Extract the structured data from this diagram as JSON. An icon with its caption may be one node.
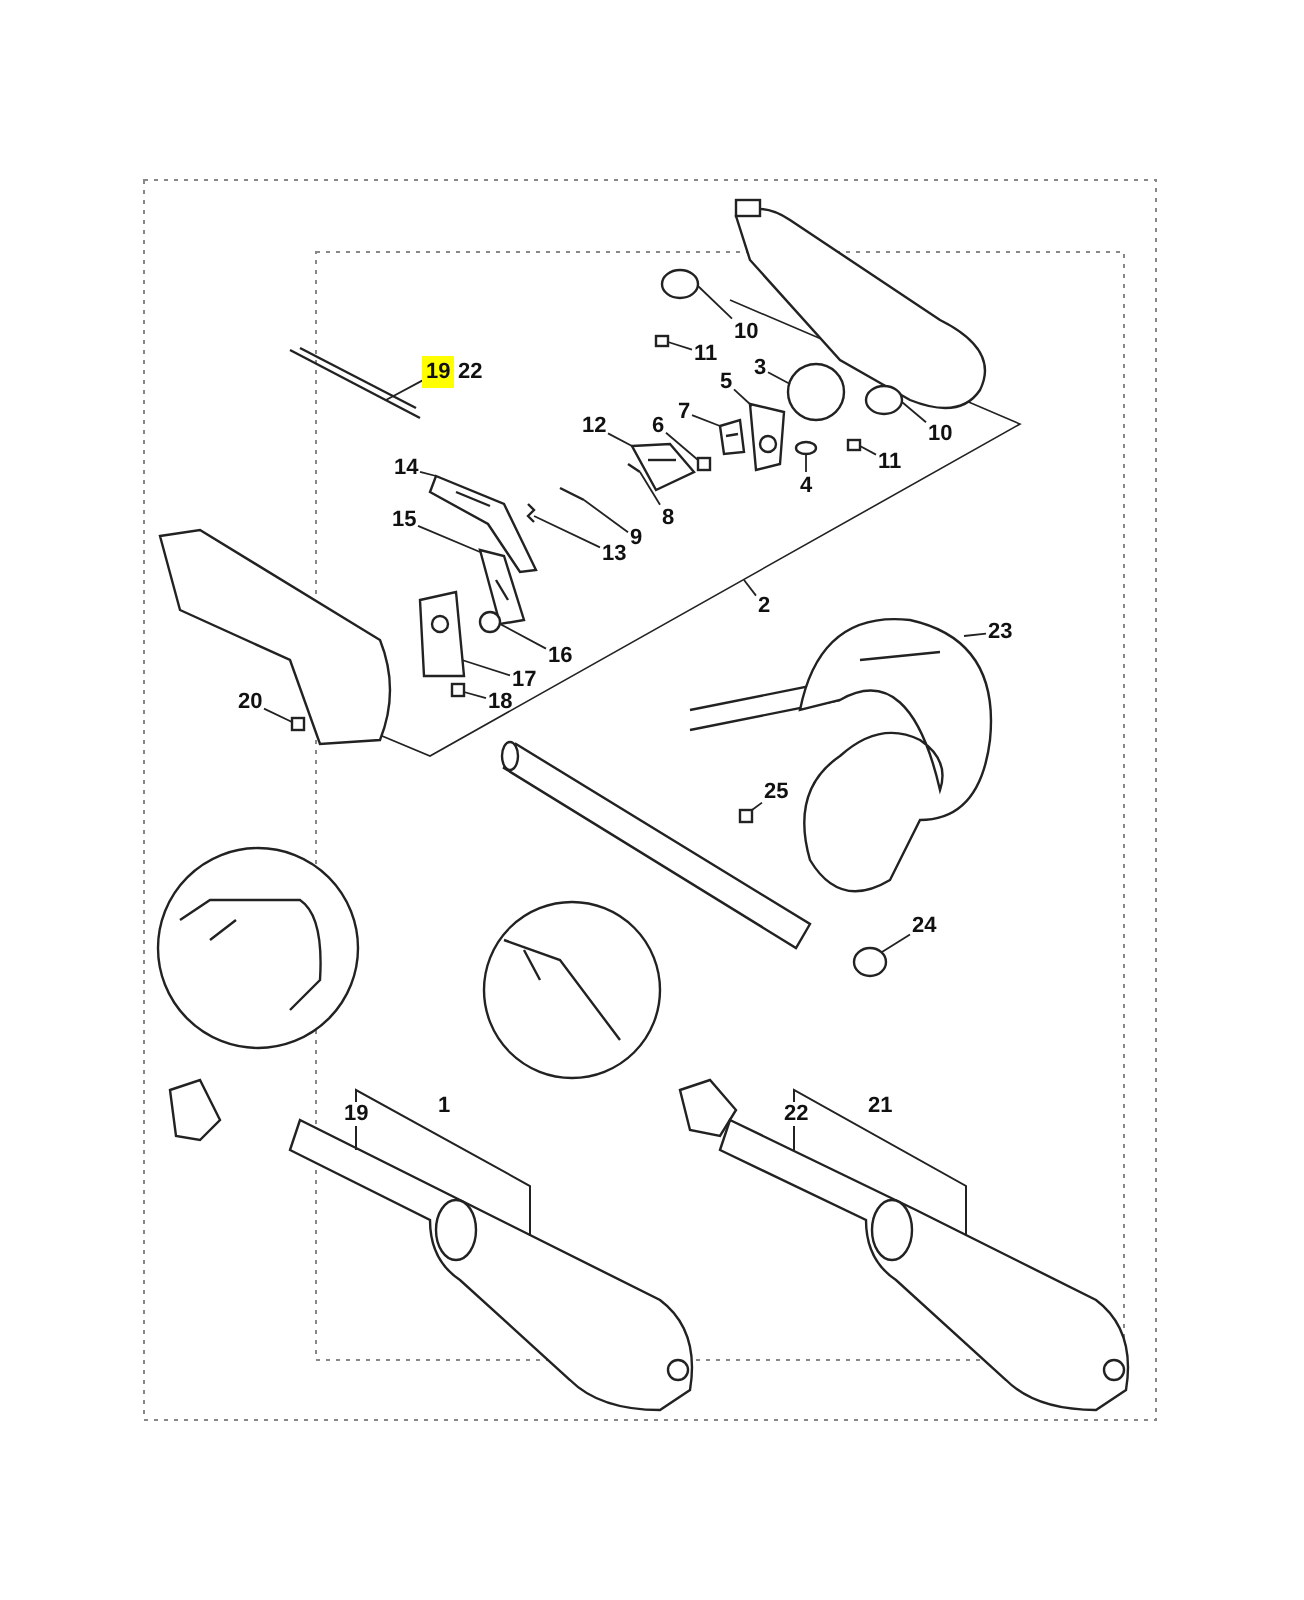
{
  "diagram": {
    "nodes": [
      {
        "text": [
          "10"
        ]
      },
      {
        "text": [
          "11"
        ]
      },
      {
        "text": [
          "19"
        ],
        "beside": [
          "22"
        ]
      },
      {
        "text": [
          "3"
        ]
      },
      {
        "text": [
          "5"
        ]
      },
      {
        "text": [
          "12"
        ]
      },
      {
        "text": [
          "6"
        ]
      },
      {
        "text": [
          "7"
        ]
      },
      {
        "text": [
          "10"
        ]
      },
      {
        "text": [
          "11"
        ]
      },
      {
        "text": [
          "4"
        ]
      },
      {
        "text": [
          "9"
        ]
      },
      {
        "text": [
          "8"
        ]
      },
      {
        "text": [
          "14"
        ]
      },
      {
        "text": [
          "13"
        ]
      },
      {
        "text": [
          "15"
        ]
      },
      {
        "text": [
          "2"
        ]
      },
      {
        "text": [
          "23"
        ]
      },
      {
        "text": [
          "16"
        ]
      },
      {
        "text": [
          "17"
        ]
      },
      {
        "text": [
          "20"
        ]
      },
      {
        "text": [
          "18"
        ]
      },
      {
        "text": [
          "25"
        ]
      },
      {
        "text": [
          "24"
        ]
      },
      {
        "text": [],
        "shape": "circle"
      },
      {
        "text": [],
        "shape": "box"
      },
      {
        "text": [],
        "shape": "picture"
      },
      {
        "text": [],
        "shape": "circle"
      },
      {
        "text": [],
        "shape": "picture"
      },
      {
        "text": [],
        "shape": "picture"
      },
      {
        "text": [],
        "shape": "box"
      },
      {
        "text": [],
        "shape": "picture"
      },
      {
        "text": [],
        "shape": "circle"
      },
      {
        "text": [],
        "shape": "box"
      },
      {
        "text": [],
        "shape": "circle"
      },
      {
        "text": [],
        "shape": "picture"
      },
      {
        "text": [],
        "shape": "picture"
      },
      {
        "text": [],
        "shape": "picture"
      },
      {
        "text": [],
        "shape": "picture"
      },
      {
        "text": [],
        "shape": "picture"
      },
      {
        "text": [],
        "shape": "picture"
      },
      {
        "text": [],
        "shape": "circle"
      },
      {
        "text": [],
        "shape": "picture"
      },
      {
        "text": [],
        "shape": "box"
      },
      {
        "text": [],
        "shape": "box"
      },
      {
        "text": [],
        "shape": "box"
      },
      {
        "text": [],
        "shape": "circle"
      }
    ],
    "edges": [
      {
        "from": 0,
        "to": 24,
        "arrow": "none"
      },
      {
        "from": 1,
        "to": 25,
        "arrow": "none"
      },
      {
        "from": 2,
        "to": 26,
        "arrow": "none"
      },
      {
        "from": 3,
        "to": 27,
        "arrow": "none"
      },
      {
        "from": 4,
        "to": 28,
        "arrow": "none"
      },
      {
        "from": 5,
        "to": 29,
        "arrow": "none"
      },
      {
        "from": 6,
        "to": 30,
        "arrow": "none"
      },
      {
        "from": 7,
        "to": 31,
        "arrow": "none"
      },
      {
        "from": 8,
        "to": 32,
        "arrow": "none"
      },
      {
        "from": 9,
        "to": 33,
        "arrow": "none"
      },
      {
        "from": 10,
        "to": 34,
        "arrow": "none"
      },
      {
        "from": 11,
        "to": 35,
        "arrow": "none"
      },
      {
        "from": 12,
        "to": 36,
        "arrow": "none"
      },
      {
        "from": 13,
        "to": 37,
        "arrow": "none"
      },
      {
        "from": 14,
        "to": 38,
        "arrow": "none"
      },
      {
        "from": 15,
        "to": 39,
        "arrow": "none"
      },
      {
        "from": 16,
        "to": null,
        "arrow": "none"
      },
      {
        "from": 17,
        "to": 40,
        "arrow": "none"
      },
      {
        "from": 18,
        "to": 41,
        "arrow": "none"
      },
      {
        "from": 19,
        "to": 42,
        "arrow": "none"
      },
      {
        "from": 20,
        "to": 43,
        "arrow": "none"
      },
      {
        "from": 21,
        "to": 44,
        "arrow": "none"
      },
      {
        "from": 22,
        "to": 45,
        "arrow": "none"
      },
      {
        "from": 23,
        "to": 46,
        "arrow": "none"
      }
    ],
    "labels": [
      "19",
      "1",
      "22",
      "21"
    ]
  }
}
